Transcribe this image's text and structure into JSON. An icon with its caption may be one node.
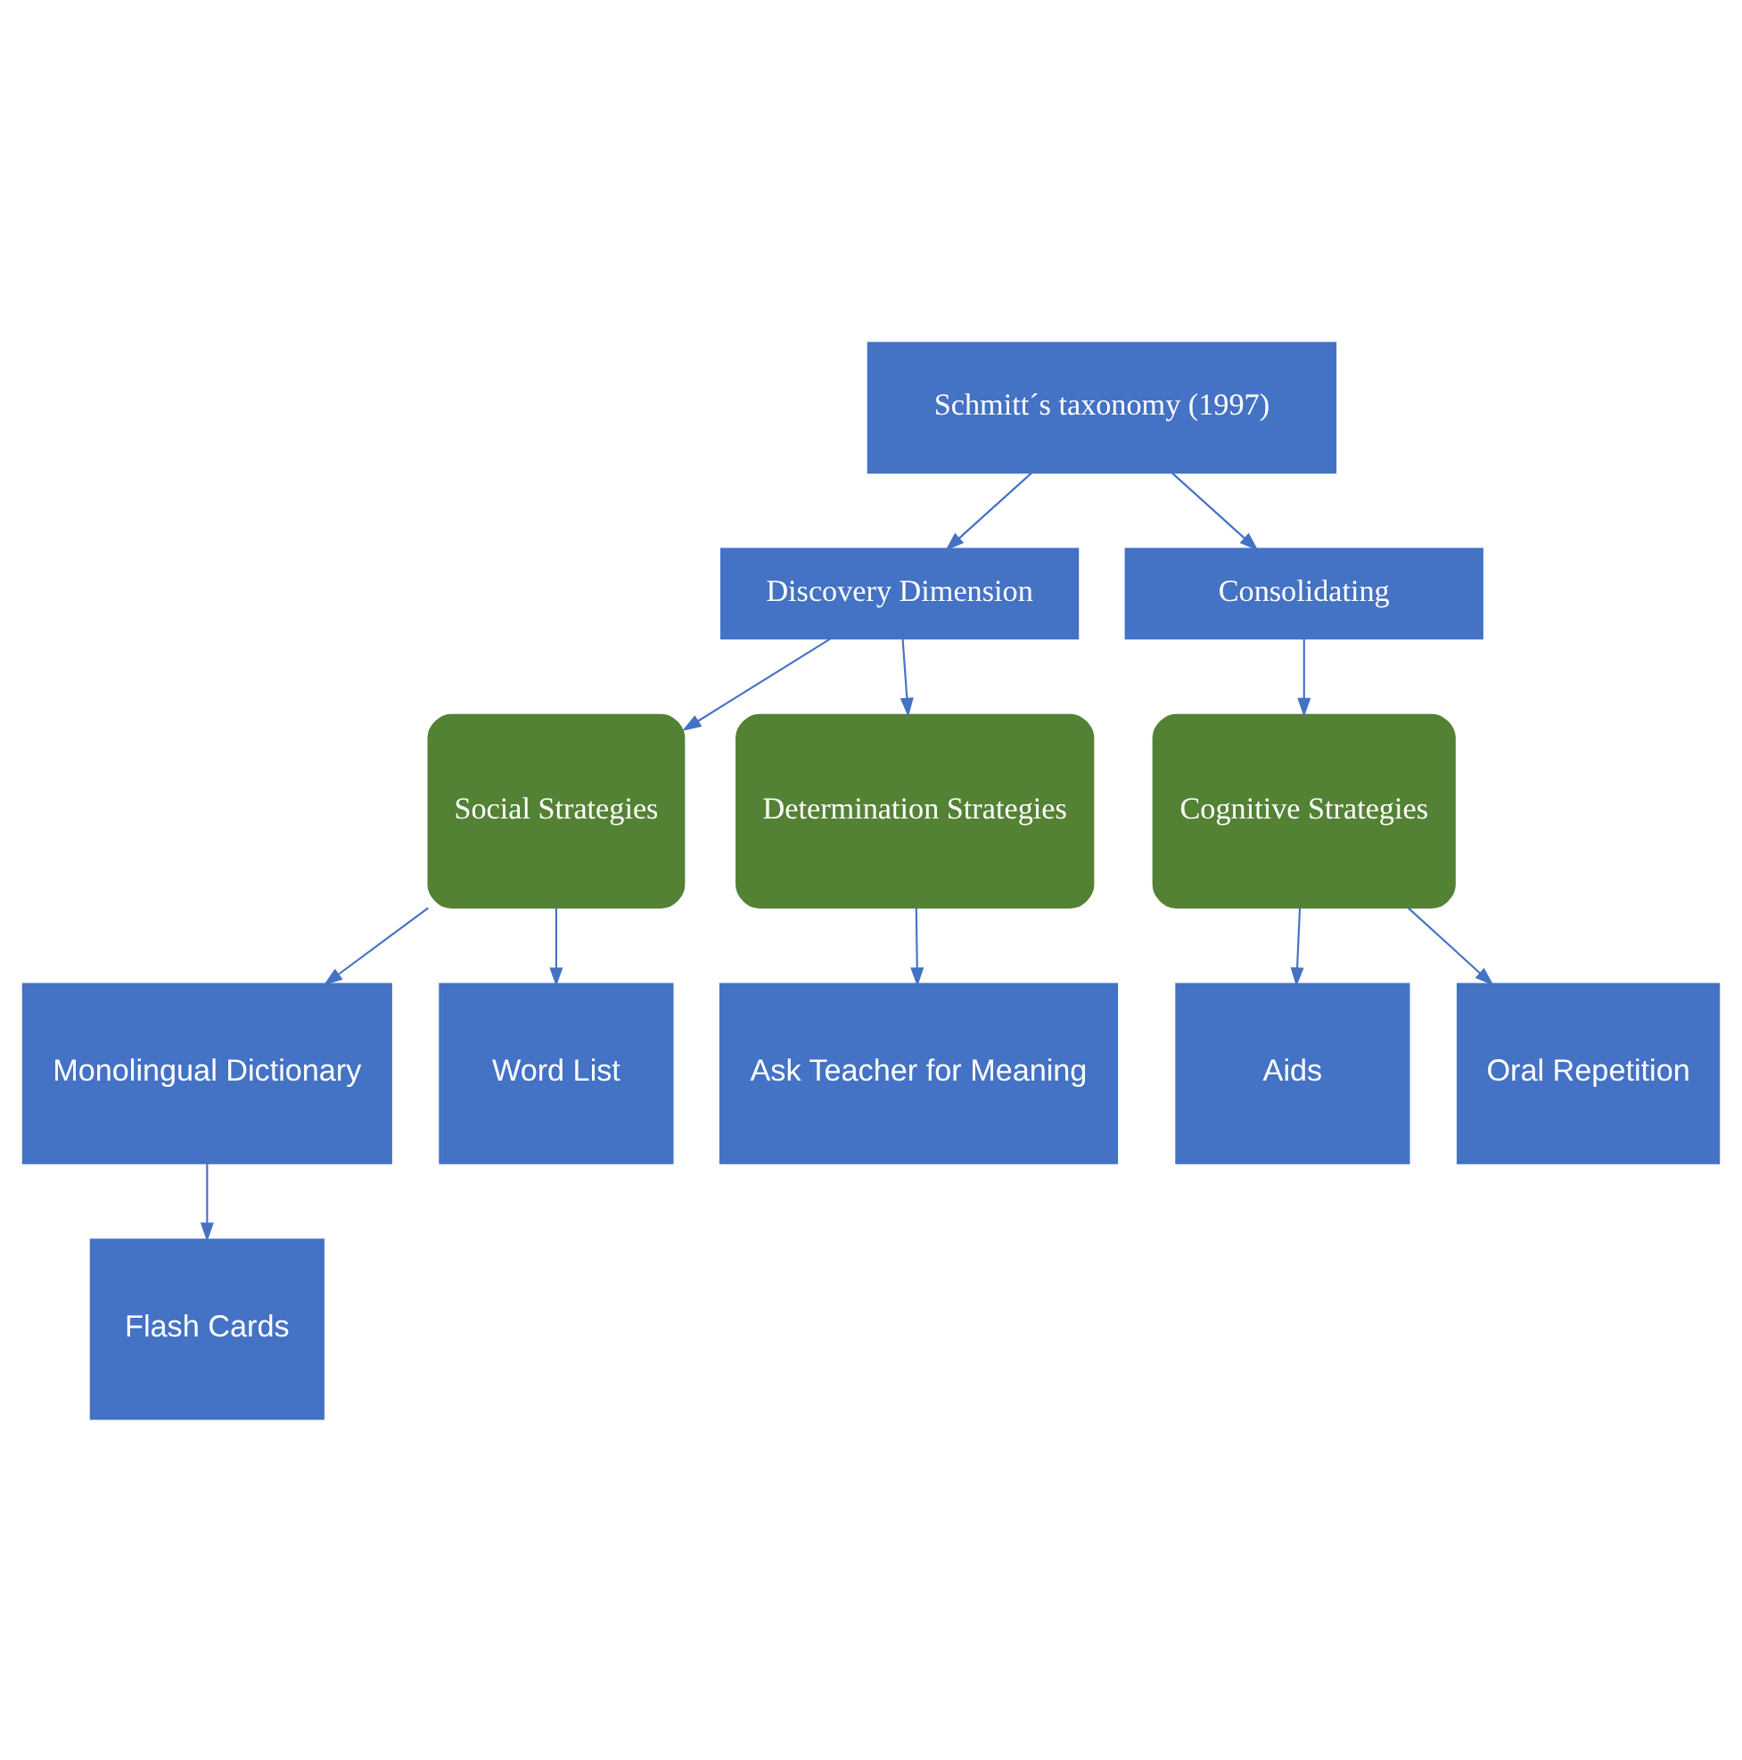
{
  "diagram": {
    "nodes": [
      {
        "text": [
          "Schmitt´s taxonomy (1997)"
        ]
      },
      {
        "text": [
          "Discovery Dimension"
        ]
      },
      {
        "text": [
          "Consolidating"
        ]
      },
      {
        "text": [
          "Social Strategies"
        ]
      },
      {
        "text": [
          "Determination Strategies"
        ]
      },
      {
        "text": [
          "Cognitive Strategies"
        ]
      },
      {
        "text": [
          "Monolingual Dictionary"
        ]
      },
      {
        "text": [
          "Word List"
        ]
      },
      {
        "text": [
          "Ask Teacher for Meaning"
        ]
      },
      {
        "text": [
          "Aids"
        ]
      },
      {
        "text": [
          "Oral Repetition"
        ]
      },
      {
        "text": [
          "Flash Cards"
        ]
      }
    ],
    "edges": [
      {
        "from": 0,
        "to": 1,
        "arrow": "to"
      },
      {
        "from": 0,
        "to": 2,
        "arrow": "to"
      },
      {
        "from": 1,
        "to": 3,
        "arrow": "to"
      },
      {
        "from": 1,
        "to": 4,
        "arrow": "to"
      },
      {
        "from": 2,
        "to": 5,
        "arrow": "to"
      },
      {
        "from": 3,
        "to": 6,
        "arrow": "to"
      },
      {
        "from": 3,
        "to": 7,
        "arrow": "to"
      },
      {
        "from": 4,
        "to": 8,
        "arrow": "to"
      },
      {
        "from": 5,
        "to": 9,
        "arrow": "to"
      },
      {
        "from": 5,
        "to": 10,
        "arrow": "to"
      },
      {
        "from": 6,
        "to": 11,
        "arrow": "to"
      }
    ]
  }
}
